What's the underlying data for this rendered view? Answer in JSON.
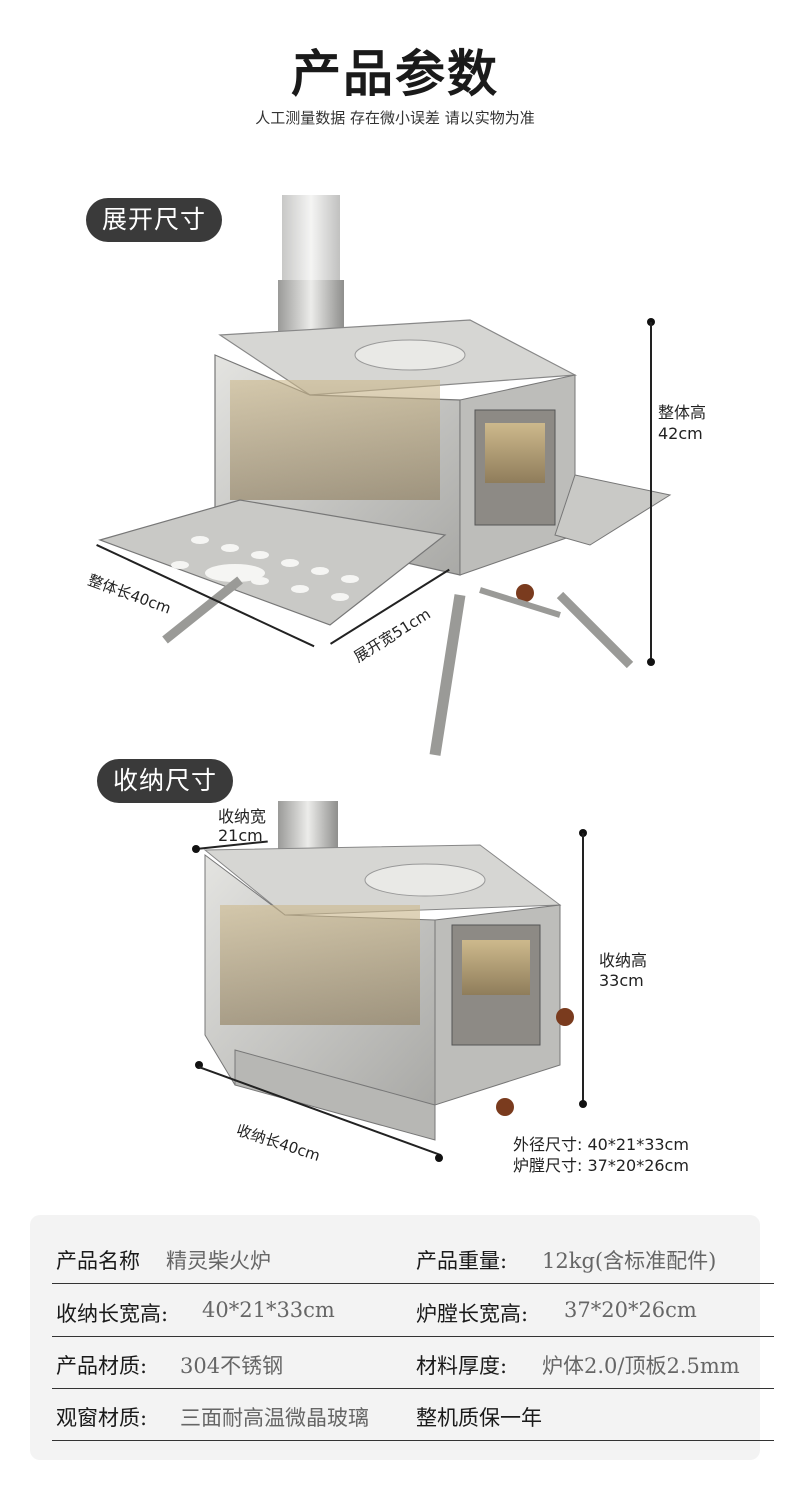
{
  "header": {
    "title": "产品参数",
    "subtitle": "人工测量数据 存在微小误差 请以实物为准"
  },
  "sections": {
    "expanded": {
      "tag": "展开尺寸",
      "height_label_1": "整体高",
      "height_label_2": "42cm",
      "length_label": "整体长40cm",
      "width_label": "展开宽51cm"
    },
    "stowed": {
      "tag": "收纳尺寸",
      "width_label_1": "收纳宽",
      "width_label_2": "21cm",
      "height_label_1": "收纳高",
      "height_label_2": "33cm",
      "length_label": "收纳长40cm",
      "outer_label": "外径尺寸: 40*21*33cm",
      "chamber_label": "炉膛尺寸: 37*20*26cm"
    }
  },
  "specs": [
    {
      "left_label": "产品名称",
      "left_value": "精灵柴火炉",
      "right_label": "产品重量:",
      "right_value": "12kg(含标准配件)"
    },
    {
      "left_label": "收纳长宽高:",
      "left_value": "40*21*33cm",
      "right_label": "炉膛长宽高:",
      "right_value": "37*20*26cm"
    },
    {
      "left_label": "产品材质:",
      "left_value": "304不锈钢",
      "right_label": "材料厚度:",
      "right_value": "炉体2.0/顶板2.5mm"
    },
    {
      "left_label": "观窗材质:",
      "left_value": "三面耐高温微晶玻璃",
      "right_label": "整机质保一年",
      "right_value": ""
    }
  ],
  "colors": {
    "tag_bg": "#3a3a3a",
    "panel_bg": "#f3f3f3",
    "steel": "#c9c9c6",
    "handle": "#7a3b1e",
    "glass": "#d9b96a"
  }
}
